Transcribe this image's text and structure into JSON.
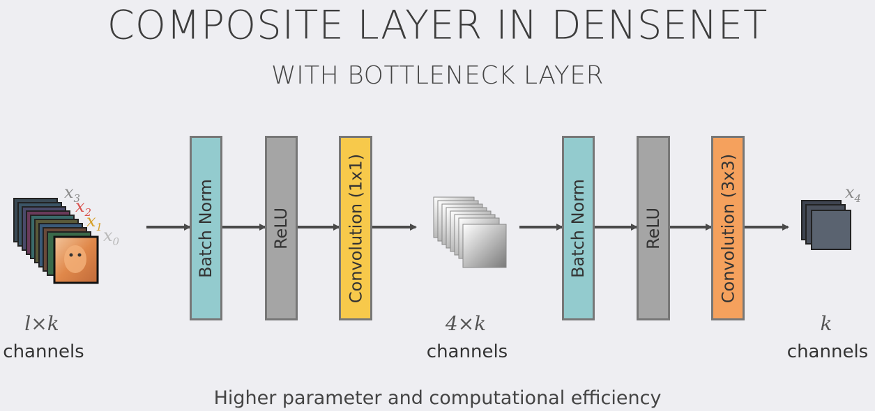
{
  "title": "COMPOSITE LAYER IN DENSENET",
  "subtitle": "WITH BOTTLENECK LAYER",
  "input": {
    "labels": [
      {
        "base": "x",
        "sub": "3",
        "color": "#8a8a8a"
      },
      {
        "base": "x",
        "sub": "2",
        "color": "#d9534f"
      },
      {
        "base": "x",
        "sub": "1",
        "color": "#d6a02a"
      },
      {
        "base": "x",
        "sub": "0",
        "color": "#b9b9b9"
      }
    ],
    "channels_math": "l×k",
    "channels_word": "channels"
  },
  "blocks": [
    {
      "label": "Batch Norm",
      "color": "#93cbce"
    },
    {
      "label": "ReLU",
      "color": "#a5a5a5"
    },
    {
      "label": "Convolution (1x1)",
      "color": "#f7c94b"
    },
    {
      "label": "Batch Norm",
      "color": "#93cbce"
    },
    {
      "label": "ReLU",
      "color": "#a5a5a5"
    },
    {
      "label": "Convolution (3x3)",
      "color": "#f5a15d"
    }
  ],
  "middle": {
    "channels_math": "4×k",
    "channels_word": "channels"
  },
  "output": {
    "label_base": "x",
    "label_sub": "4",
    "channels_math": "k",
    "channels_word": "channels"
  },
  "footer": "Higher parameter and computational efficiency"
}
